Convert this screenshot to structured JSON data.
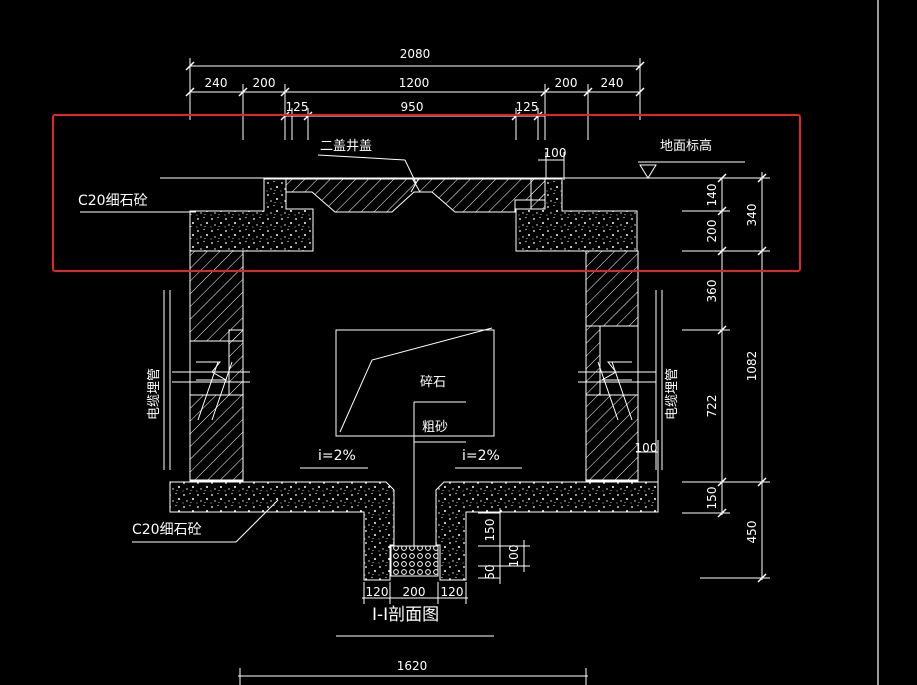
{
  "colors": {
    "background": "#000000",
    "line": "#ffffff",
    "highlight": "#e0262b"
  },
  "dims": {
    "overall_top": "2080",
    "d240_left": "240",
    "d200_left": "200",
    "d1200": "1200",
    "d200_right": "200",
    "d240_right": "240",
    "d125_left": "125",
    "d950": "950",
    "d125_right": "125",
    "d100_top": "100",
    "r140": "140",
    "r340": "340",
    "r200": "200",
    "r360": "360",
    "r1082": "1082",
    "r722": "722",
    "r150": "150",
    "r450": "450",
    "d100_side": "100",
    "pit150": "150",
    "pit100": "100",
    "pit50": "50",
    "b120_left": "120",
    "b200": "200",
    "b120_right": "120",
    "bottom1620": "1620"
  },
  "labels": {
    "cover": "二盖井盖",
    "ground": "地面标高",
    "c20_top": "C20细石砼",
    "c20_bottom": "C20细石砼",
    "gravel": "碎石",
    "sand": "粗砂",
    "slope_left": "i=2%",
    "slope_right": "i=2%",
    "pipe_left": "电缆埋管",
    "pipe_right": "电缆埋管",
    "section": "I-I剖面图"
  }
}
